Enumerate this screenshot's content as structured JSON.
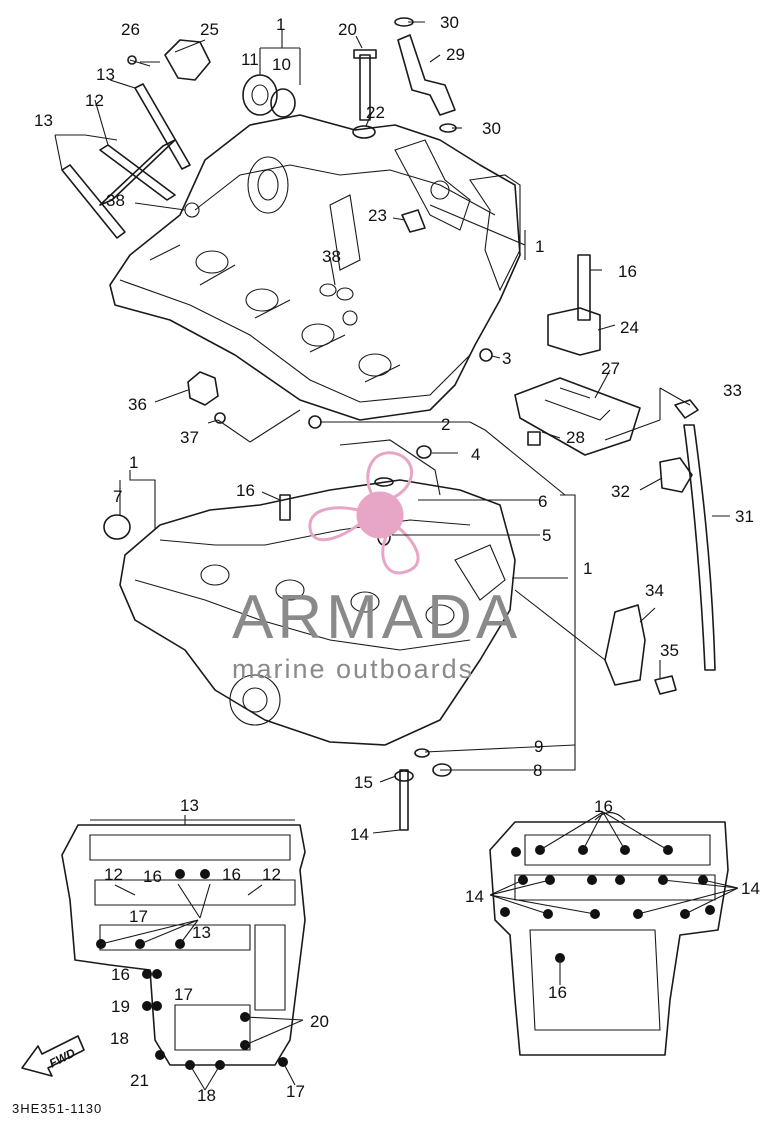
{
  "callouts": {
    "c1a": "1",
    "c10": "10",
    "c11": "11",
    "c25": "25",
    "c26": "26",
    "c20a": "20",
    "c30a": "30",
    "c29": "29",
    "c30b": "30",
    "c22": "22",
    "c13a": "13",
    "c12a": "12",
    "c13b": "13",
    "c38a": "38",
    "c23": "23",
    "c1b": "1",
    "c38b": "38",
    "c16a": "16",
    "c24": "24",
    "c3": "3",
    "c27": "27",
    "c33": "33",
    "c36": "36",
    "c37": "37",
    "c2": "2",
    "c28": "28",
    "c4": "4",
    "c1c": "1",
    "c16b": "16",
    "c7": "7",
    "c6": "6",
    "c32": "32",
    "c31": "31",
    "c5": "5",
    "c1d": "1",
    "c34": "34",
    "c35": "35",
    "c9": "9",
    "c15": "15",
    "c8": "8",
    "c14a": "14"
  },
  "inset_left": {
    "c13top": "13",
    "c12l": "12",
    "c16l": "16",
    "c16r": "16",
    "c12r": "12",
    "c17a": "17",
    "c13mid": "13",
    "c16side": "16",
    "c17b": "17",
    "c19": "19",
    "c18a": "18",
    "c20": "20",
    "c21": "21",
    "c18b": "18",
    "c17c": "17"
  },
  "inset_right": {
    "c16top": "16",
    "c14l": "14",
    "c14r": "14",
    "c16low": "16"
  },
  "watermark": {
    "brand": "ARMADA",
    "tagline": "marine outboards"
  },
  "fwd_label": "FWD",
  "diagram_code": "3HE351-1130",
  "colors": {
    "ink": "#1a1a1a",
    "watermark_gray": "#8a8a8a",
    "watermark_pink": "#e8a6c6"
  }
}
